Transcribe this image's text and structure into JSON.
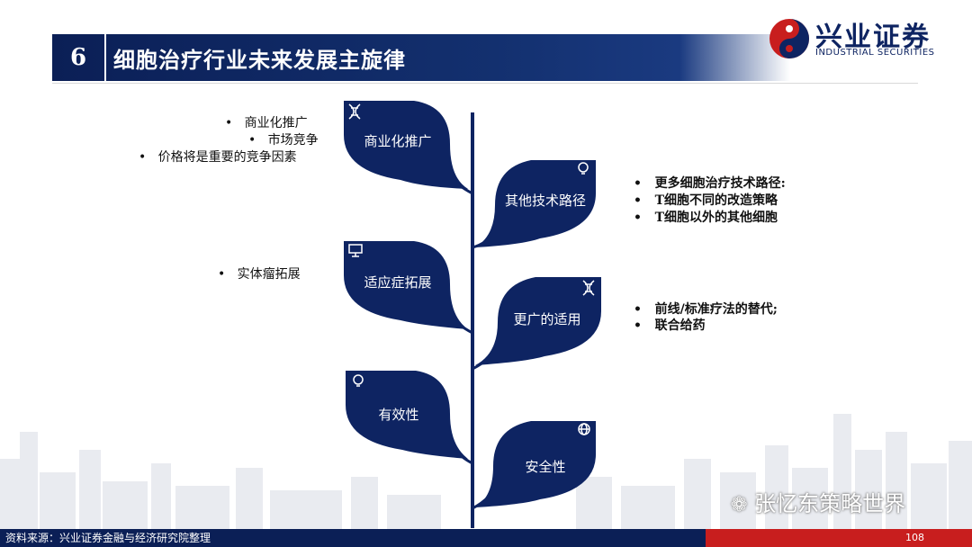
{
  "header": {
    "section_number": "6",
    "title": "细胞治疗行业未来发展主旋律"
  },
  "logo": {
    "name_cn": "兴业证券",
    "name_en": "INDUSTRIAL SECURITIES"
  },
  "leaves": [
    {
      "label": "商业化推广",
      "icon": "dna-icon",
      "side": "left"
    },
    {
      "label": "其他技术路径",
      "icon": "lightbulb-icon",
      "side": "right"
    },
    {
      "label": "适应症拓展",
      "icon": "monitor-icon",
      "side": "left"
    },
    {
      "label": "更广的适用",
      "icon": "dna-icon",
      "side": "right"
    },
    {
      "label": "有效性",
      "icon": "lightbulb-icon",
      "side": "left"
    },
    {
      "label": "安全性",
      "icon": "globe-icon",
      "side": "right"
    }
  ],
  "notes": {
    "commercial": [
      "商业化推广",
      "市场竞争",
      "价格将是重要的竞争因素"
    ],
    "tech_paths": [
      "更多细胞治疗技术路径:",
      "T细胞不同的改造策略",
      "T细胞以外的其他细胞"
    ],
    "indication": [
      "实体瘤拓展"
    ],
    "broader": [
      "前线/标准疗法的替代;",
      "联合给药"
    ]
  },
  "footer": {
    "source": "资料来源：兴业证券金融与经济研究院整理",
    "page": "108"
  },
  "watermark": "张忆东策略世界",
  "colors": {
    "navy": "#0b1f56",
    "red": "#c81e1e",
    "leaf": "#0e2462"
  }
}
